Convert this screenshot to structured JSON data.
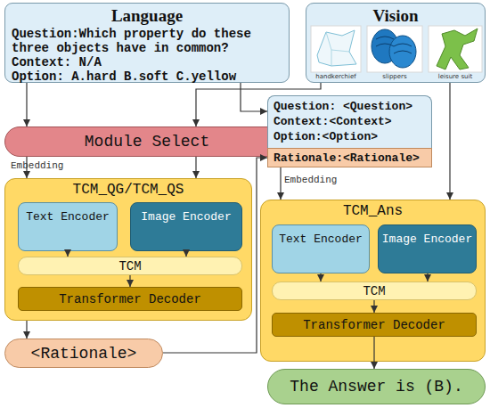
{
  "diagram": {
    "nodes": [
      {
        "text": [
          "Language",
          "Question:Which property do these three objects have in common?",
          "Context: N/A",
          "Option: A.hard B.soft C.yellow"
        ]
      },
      {
        "text": [
          "Vision"
        ]
      },
      {
        "text": [
          "Module Select"
        ]
      },
      {
        "text": [
          "Question: <Question>",
          "Context:<Context>",
          "Option:<Option>"
        ]
      },
      {
        "text": [
          "Rationale:<Rationale>"
        ]
      },
      {
        "text": [
          "TCM_QG/TCM_QS"
        ]
      },
      {
        "text": [
          "Text Encoder"
        ],
        "in": 5
      },
      {
        "text": [
          "Image Encoder"
        ],
        "in": 5
      },
      {
        "text": [
          "TCM"
        ],
        "in": 5
      },
      {
        "text": [
          "Transformer Decoder"
        ],
        "in": 5
      },
      {
        "text": [
          "<Rationale>"
        ]
      },
      {
        "text": [
          "TCM_Ans"
        ]
      },
      {
        "text": [
          "Text Encoder"
        ],
        "in": 11
      },
      {
        "text": [
          "Image Encoder"
        ],
        "in": 11
      },
      {
        "text": [
          "TCM"
        ],
        "in": 11
      },
      {
        "text": [
          "Transformer Decoder"
        ],
        "in": 11
      },
      {
        "text": [
          "The Answer is (B)."
        ]
      }
    ],
    "edges": [
      {
        "from": 0,
        "to": 2,
        "arrow": "to"
      },
      {
        "from": 0,
        "to": 3,
        "arrow": "to"
      },
      {
        "from": 1,
        "to": 2,
        "arrow": "to"
      },
      {
        "from": 2,
        "to": 5,
        "label": "Embedding",
        "arrow": "to"
      },
      {
        "from": 2,
        "to": 5,
        "arrow": "to"
      },
      {
        "from": 6,
        "to": 8,
        "arrow": "to"
      },
      {
        "from": 7,
        "to": 8,
        "arrow": "to"
      },
      {
        "from": 8,
        "to": 9,
        "arrow": "to"
      },
      {
        "from": 5,
        "to": 10,
        "arrow": "to"
      },
      {
        "from": 10,
        "to": 4,
        "arrow": "to"
      },
      {
        "from": 4,
        "to": 11,
        "label": "Embedding",
        "arrow": "to"
      },
      {
        "from": 1,
        "to": 11,
        "arrow": "to"
      },
      {
        "from": 12,
        "to": 14,
        "arrow": "to"
      },
      {
        "from": 13,
        "to": 14,
        "arrow": "to"
      },
      {
        "from": 14,
        "to": 15,
        "arrow": "to"
      },
      {
        "from": 15,
        "to": 16,
        "arrow": "to"
      }
    ],
    "labels": [
      "handkerchief",
      "slippers",
      "leisure suit"
    ]
  }
}
